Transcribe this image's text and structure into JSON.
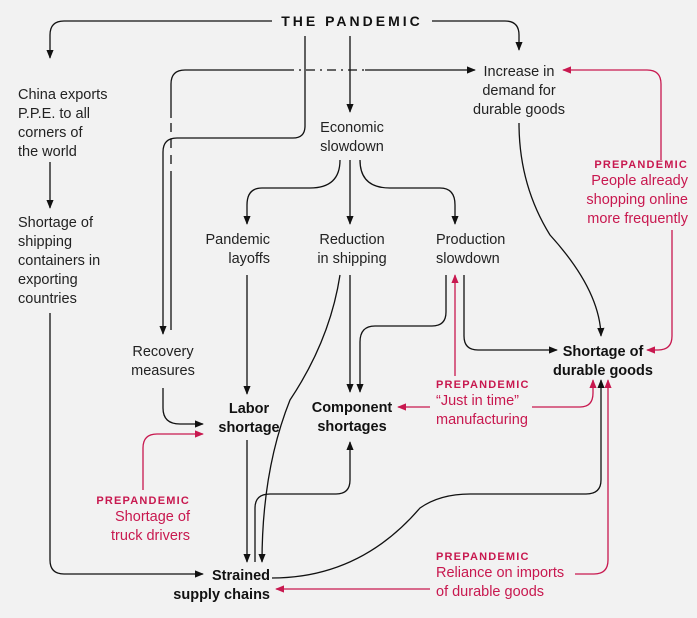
{
  "title": "THE PANDEMIC",
  "nodes": {
    "china_exports": [
      "China exports",
      "P.P.E. to all",
      "corners of",
      "the world"
    ],
    "shortage_containers": [
      "Shortage of",
      "shipping",
      "containers in",
      "exporting",
      "countries"
    ],
    "recovery": [
      "Recovery",
      "measures"
    ],
    "economic": [
      "Economic",
      "slowdown"
    ],
    "demand": [
      "Increase in",
      "demand for",
      "durable goods"
    ],
    "layoffs": [
      "Pandemic",
      "layoffs"
    ],
    "reduction": [
      "Reduction",
      "in shipping"
    ],
    "production": [
      "Production",
      "slowdown"
    ],
    "labor": [
      "Labor",
      "shortage"
    ],
    "component": [
      "Component",
      "shortages"
    ],
    "durable_shortage": [
      "Shortage of",
      "durable goods"
    ],
    "strained": [
      "Strained",
      "supply chains"
    ]
  },
  "prepandemic_label": "PREPANDEMIC",
  "pre_nodes": {
    "online": [
      "People already",
      "shopping online",
      "more frequently"
    ],
    "jit": [
      "“Just in time”",
      "manufacturing"
    ],
    "truck": [
      "Shortage of",
      "truck drivers"
    ],
    "imports": [
      "Reliance on imports",
      "of durable goods"
    ]
  },
  "colors": {
    "background": "#f2f2f2",
    "arrow": "#111111",
    "prepandemic": "#c8184f"
  }
}
